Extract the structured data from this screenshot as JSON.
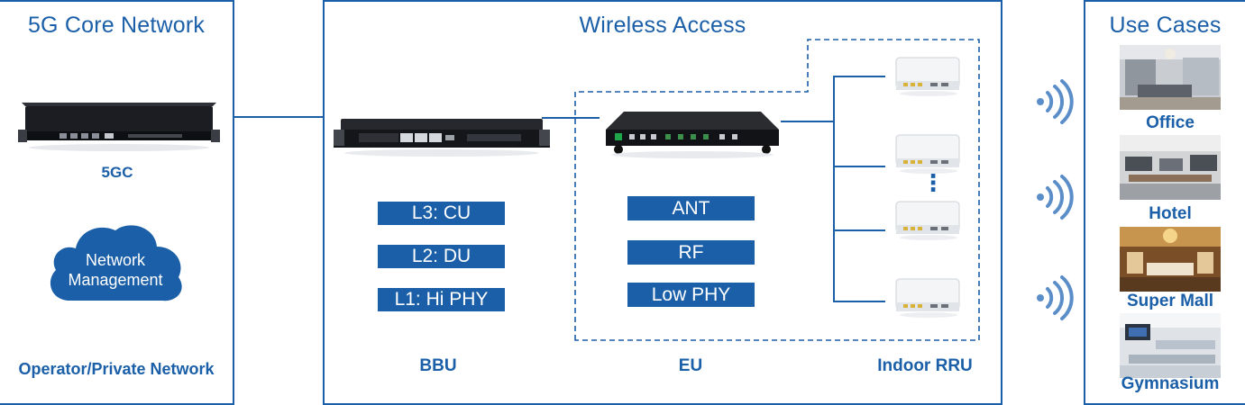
{
  "core": {
    "title": "5G Core Network",
    "device_label": "5GC",
    "cloud_label_line1": "Network",
    "cloud_label_line2": "Management",
    "footer": "Operator/Private Network"
  },
  "wireless": {
    "title": "Wireless Access",
    "bbu_layers": [
      "L3: CU",
      "L2: DU",
      "L1: Hi PHY"
    ],
    "eu_layers": [
      "ANT",
      "RF",
      "Low PHY"
    ],
    "bbu_label": "BBU",
    "eu_label": "EU",
    "rru_label": "Indoor RRU",
    "ellipsis": "⋮"
  },
  "use_cases": {
    "title": "Use Cases",
    "items": [
      "Office",
      "Hotel",
      "Super Mall",
      "Gymnasium"
    ]
  },
  "colors": {
    "brand_blue": "#1a5fa8",
    "signal_blue": "#5b8ec9"
  }
}
